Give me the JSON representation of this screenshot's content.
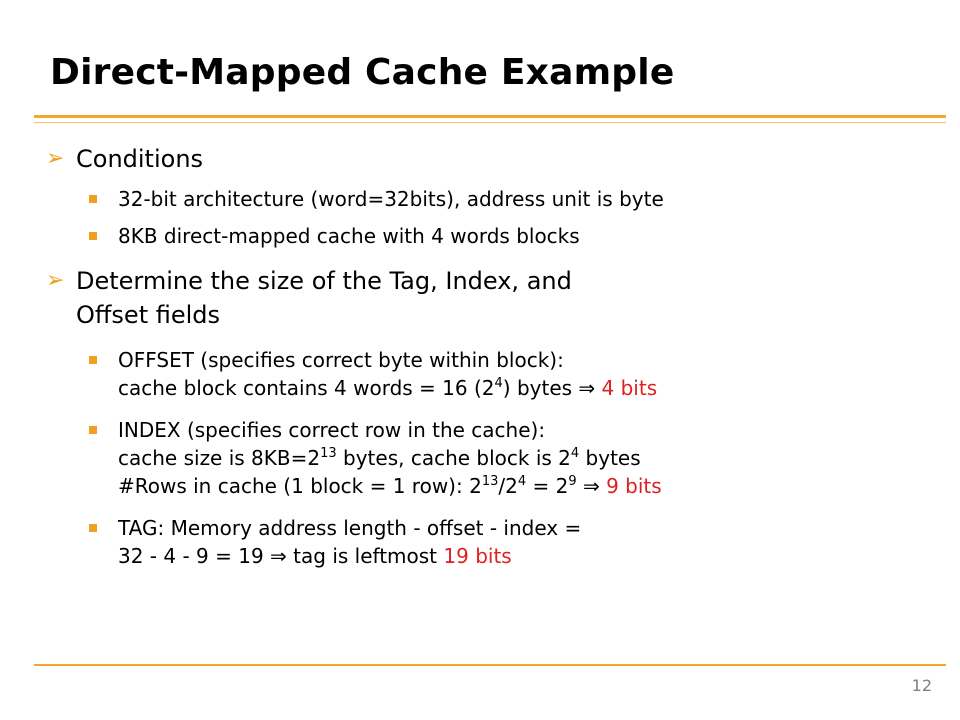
{
  "slide": {
    "title": "Direct-Mapped Cache Example",
    "page_number": "12"
  },
  "bullets": {
    "conditions": {
      "heading": "Conditions",
      "items": [
        "32-bit architecture (word=32bits), address unit is byte",
        "8KB direct-mapped cache with 4 words blocks"
      ]
    },
    "determine": {
      "heading_line1": "Determine the size of the Tag, Index, and",
      "heading_line2": "Offset fields",
      "offset": {
        "line1": "OFFSET (specifies correct byte within block):",
        "line2_pre": "cache block contains 4 words = 16 (2",
        "line2_sup": "4",
        "line2_post": ") bytes ",
        "implies": "⇒",
        "result": "4 bits"
      },
      "index": {
        "line1": "INDEX (specifies correct row in the cache):",
        "line2_a": "cache size is 8KB=2",
        "line2_sup1": "13",
        "line2_b": " bytes, cache block is 2",
        "line2_sup2": "4",
        "line2_c": " bytes",
        "line3_a": "#Rows in cache (1 block = 1 row): 2",
        "line3_sup1": "13",
        "line3_b": "/2",
        "line3_sup2": "4",
        "line3_c": " = 2",
        "line3_sup3": "9",
        "implies": "⇒",
        "result": "9 bits"
      },
      "tag": {
        "line1": "TAG: Memory address length - offset - index =",
        "line2_pre": "32 - 4 - 9 = 19 ",
        "implies": "⇒",
        "line2_post": " tag is leftmost ",
        "result": "19 bits"
      }
    }
  },
  "colors": {
    "accent": "#f0a830",
    "highlight": "#e02020",
    "page_number": "#808080"
  },
  "icons": {
    "level1": "arrow-bullet-icon",
    "level2": "square-bullet-icon"
  }
}
